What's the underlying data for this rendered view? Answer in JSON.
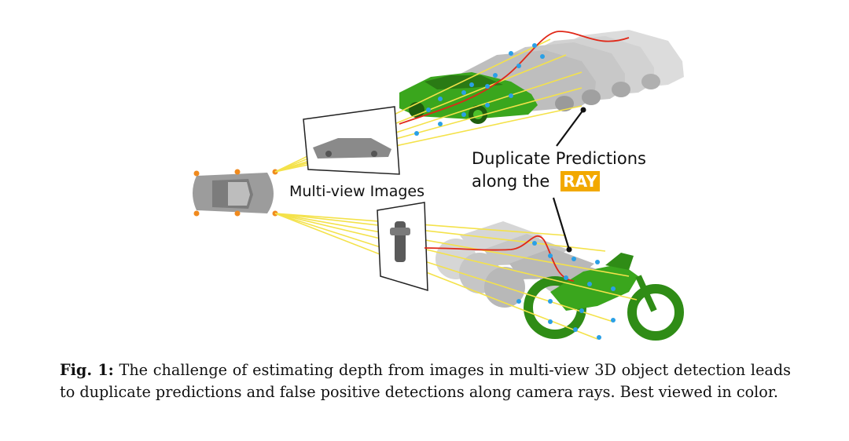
{
  "figure": {
    "label_multiview": "Multi-view Images",
    "label_duplicate_line1": "Duplicate Predictions",
    "label_duplicate_line2_prefix": "along the",
    "label_ray": "RAY",
    "ray_badge_color": "#f2a900",
    "ray_color": "#f4e24a",
    "depth_curve_color": "#e02818",
    "point_color": "#2aa0e6",
    "detection_color": "#3aa61d",
    "camera_point_color": "#f08a1e"
  },
  "caption": {
    "label": "Fig. 1:",
    "text": "The challenge of estimating depth from images in multi-view 3D object detection leads to duplicate predictions and false positive detections along camera rays. Best viewed in color."
  }
}
